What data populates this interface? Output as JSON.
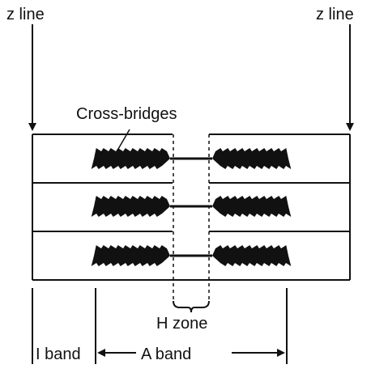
{
  "diagram": {
    "labels": {
      "z_line_left": "z line",
      "z_line_right": "z line",
      "cross_bridges": "Cross-bridges",
      "h_zone": "H zone",
      "i_band": "I band",
      "a_band": "A band"
    },
    "colors": {
      "ink": "#111111",
      "background": "#ffffff"
    }
  }
}
